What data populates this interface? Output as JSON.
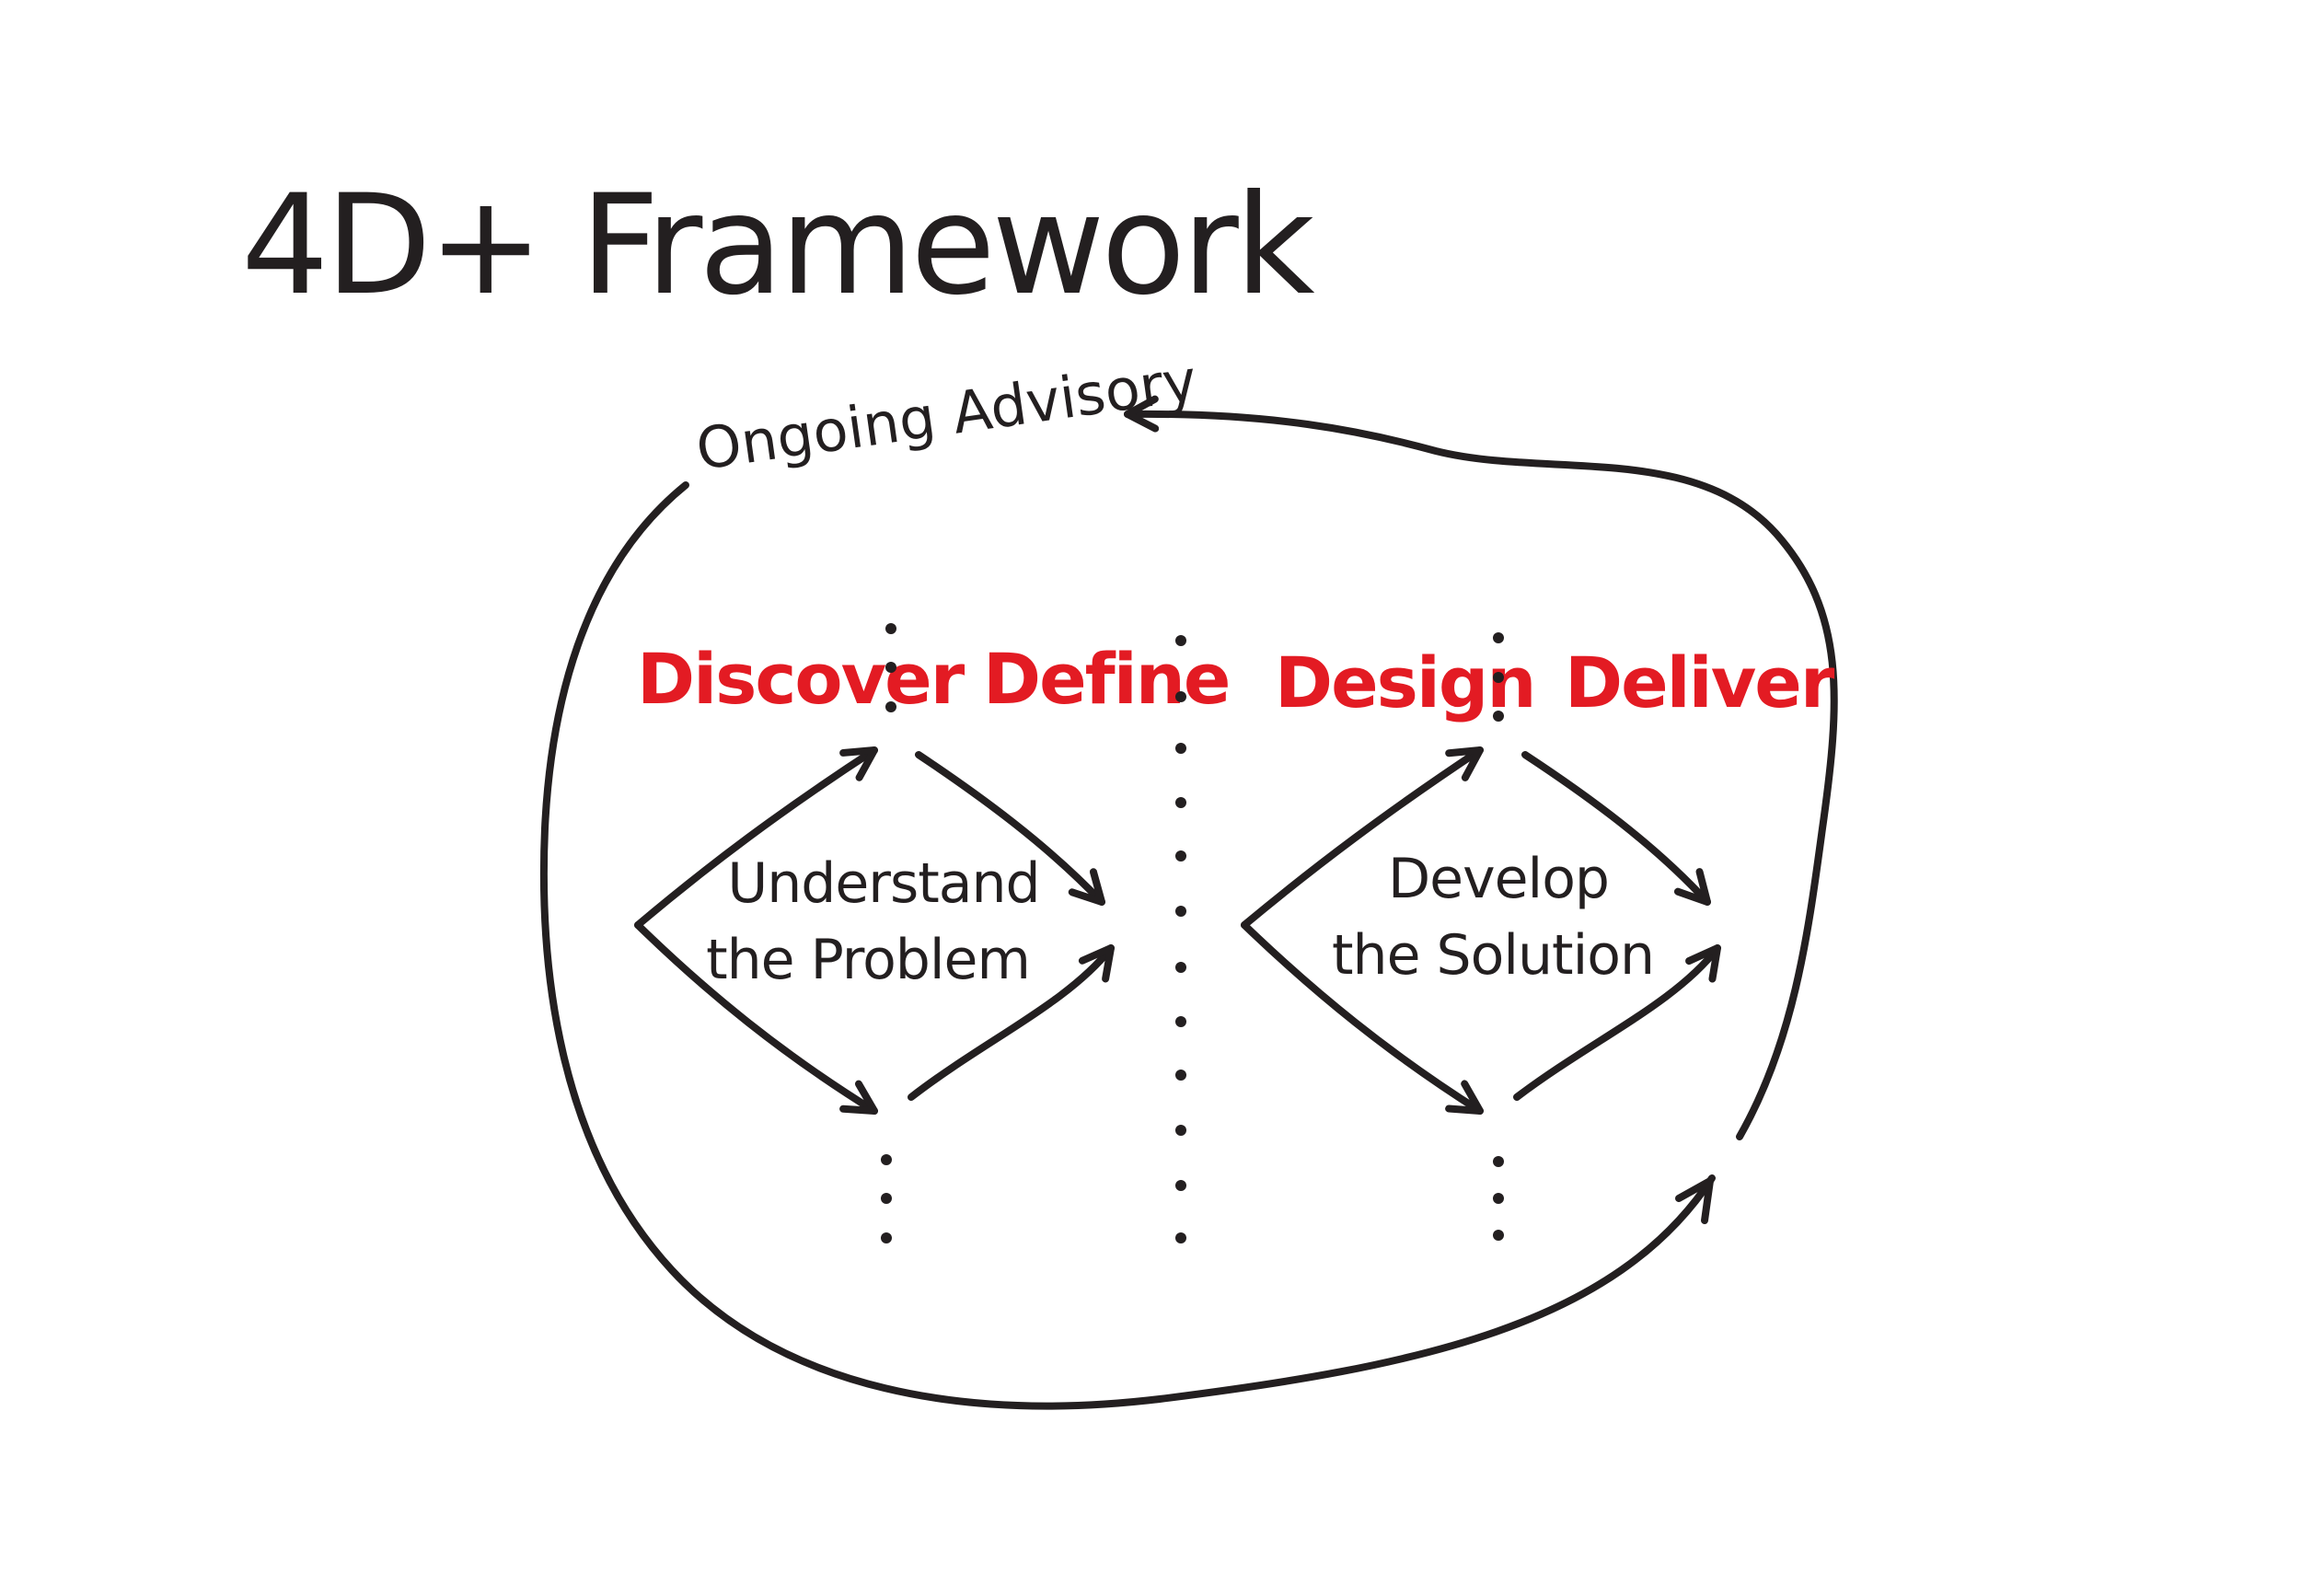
{
  "diagram": {
    "title": "4D+ Framework",
    "loop_label": "Ongoing Advisory",
    "phases": [
      {
        "label": "Discover"
      },
      {
        "label": "Define"
      },
      {
        "label": "Design"
      },
      {
        "label": "Deliver"
      }
    ],
    "left_diamond": {
      "line1": "Understand",
      "line2": "the Problem"
    },
    "right_diamond": {
      "line1": "Develop",
      "line2": "the Solution"
    },
    "colors": {
      "ink": "#231f20",
      "phase": "#e31b23",
      "background": "#ffffff"
    }
  }
}
